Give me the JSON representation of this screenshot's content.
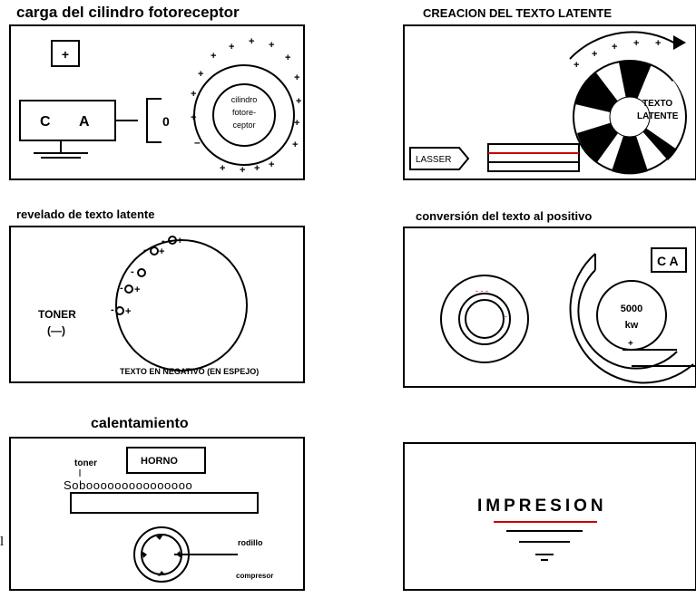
{
  "panels": {
    "p1": {
      "title": "carga del cilindro fotoreceptor",
      "plus": "+",
      "c": "C",
      "a": "A",
      "zero": "0",
      "cyl_l1": "cilindro",
      "cyl_l2": "fotore-",
      "cyl_l3": "ceptor"
    },
    "p2": {
      "title": "CREACION DEL TEXTO LATENTE",
      "laser": "LASSER",
      "text_l1": "TEXTO",
      "text_l2": "LATENTE"
    },
    "p3": {
      "title": "revelado de texto latente",
      "toner_l1": "TONER",
      "toner_l2": "(—)",
      "caption": "TEXTO EN NEGATIVO (EN ESPEJO)"
    },
    "p4": {
      "title": "conversión del texto al positivo",
      "ca": "C A",
      "volt_l1": "5000",
      "volt_l2": "kw"
    },
    "p5": {
      "title": "calentamiento",
      "toner": "toner",
      "horno": "HORNO",
      "beads": "Sobooooooooooooooo",
      "rodillo": "rodillo",
      "compresor": "compresor"
    },
    "p6": {
      "word": "IMPRESION"
    },
    "margin_char": "l"
  }
}
